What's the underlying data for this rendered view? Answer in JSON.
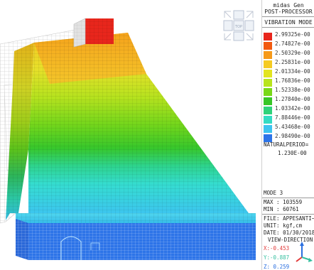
{
  "header": {
    "product": "midas Gen",
    "module": "POST-PROCESSOR",
    "mode_title": "VIBRATION MODE"
  },
  "legend": {
    "values": [
      "2.99325e-00",
      "2.74827e-00",
      "2.50329e-00",
      "2.25831e-00",
      "2.01334e-00",
      "1.76836e-00",
      "1.52338e-00",
      "1.27840e-00",
      "1.03342e-00",
      "7.88446e-00",
      "5.43468e-00",
      "2.98490e-00"
    ],
    "colors": [
      "#e8261c",
      "#f25a10",
      "#f69a1a",
      "#f5cb22",
      "#e2e420",
      "#b8e41c",
      "#78d817",
      "#37c626",
      "#2fd27a",
      "#33dcc3",
      "#3dc4ef",
      "#2d74e8"
    ]
  },
  "period": {
    "label": "NATURALPERIOD=",
    "value": "1.230E-00"
  },
  "info": {
    "mode": "MODE 3",
    "max": "MAX : 103559",
    "min": "MIN : 60761",
    "file": "FILE: APPESANTI~",
    "unit": "UNIT: kgf,cm",
    "date": "DATE: 01/30/2018",
    "view_direction": "VIEW-DIRECTION",
    "x": "X:-0.453",
    "y": "Y:-0.887",
    "z": "Z: 0.259"
  },
  "axis_colors": {
    "x": "#e23a3a",
    "y": "#36c0a0",
    "z": "#2a6fe0"
  },
  "icons": {
    "view_cube": "view-cube-icon",
    "axis_triad": "axis-triad-icon"
  }
}
